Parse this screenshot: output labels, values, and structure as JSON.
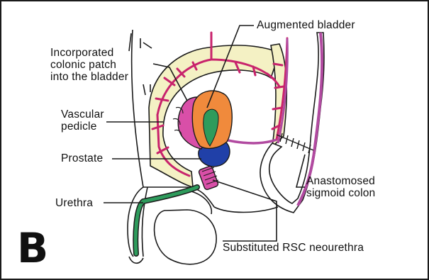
{
  "panel_letter": "B",
  "labels": {
    "augmented_bladder": "Augmented bladder",
    "incorporated_patch": "Incorporated\ncolonic patch\ninto the bladder",
    "vascular_pedicle": "Vascular\npedicle",
    "prostate": "Prostate",
    "urethra": "Urethra",
    "anastomosed_sigmoid": "Anastomosed\nsigmoid colon",
    "substituted_neourethra": "Substituted RSC neourethra"
  },
  "colors": {
    "outline": "#1a1a1a",
    "vessel_magenta": "#c8236c",
    "mesentery_cream": "#f4f1c4",
    "bladder_orange": "#f08a3c",
    "colonic_patch_pink": "#d94fa8",
    "urethra_green": "#2e9b5c",
    "prostate_blue": "#2040a8",
    "neourethra_violet": "#b14aa0"
  }
}
